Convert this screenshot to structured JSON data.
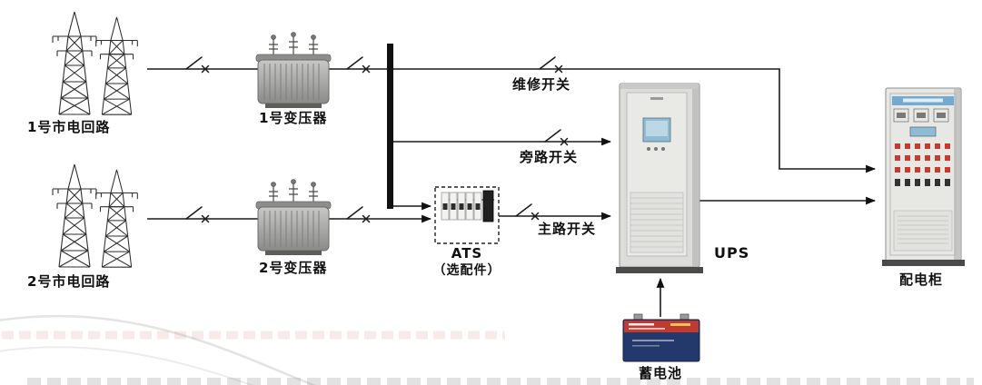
{
  "labels": {
    "circuit1": "1号市电回路",
    "transformer1": "1号变压器",
    "circuit2": "2号市电回路",
    "transformer2": "2号变压器",
    "maintenance_switch": "维修开关",
    "bypass_switch": "旁路开关",
    "main_switch": "主路开关",
    "ats": "ATS",
    "ats_option": "（选配件）",
    "ups": "UPS",
    "battery": "蓄电池",
    "distribution_cabinet": "配电柜"
  },
  "colors": {
    "line": "#1a1a1a",
    "busbar": "#111111",
    "label_text": "#111111",
    "transformer_body": "#9a9a98",
    "ups_body": "#dcdcda",
    "screen_blue": "#8fbcd4",
    "battery_body": "#24396b",
    "battery_band_red": "#c03a30",
    "cabinet_body": "#e7e7e4",
    "cabinet_header_blue": "#74aacf",
    "indicator_red": "#c43b2f"
  }
}
